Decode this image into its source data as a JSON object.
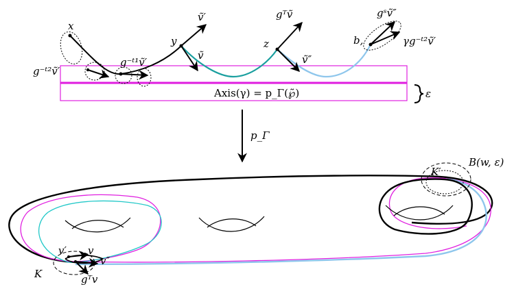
{
  "colors": {
    "magenta": "#e020e0",
    "teal": "#1a9f9f",
    "lightblue": "#8ec6ec",
    "cyan": "#22c8c8",
    "black": "#000000"
  },
  "labels": {
    "x": "x",
    "y": "y",
    "z": "z",
    "b": "b,",
    "v_prime_top": "ṽ′",
    "gT_v": "gᵀṽ",
    "gs_v_dd": "gˢṽ″",
    "gamma_g_t2_v_prime": "γg⁻ᵗ²ṽ′",
    "v_tilde": "ṽ",
    "v_tilde_dd": "ṽ″",
    "g_t1_v_prime": "g⁻ᵗ¹ṽ′",
    "g_t2_v_prime": "g⁻ᵗ²ṽ′",
    "axis": "Axis(γ) = p_Γ(℘̃)",
    "epsilon": "ε",
    "p_gamma": "p_Γ",
    "K_prime": "K′",
    "B_w_eps": "B(w, ε)",
    "K": "K",
    "v_prime_bottom": "v′",
    "v_bottom": "v",
    "v_dd_bottom": "v″",
    "gT_v_bottom": "gᵀv"
  }
}
